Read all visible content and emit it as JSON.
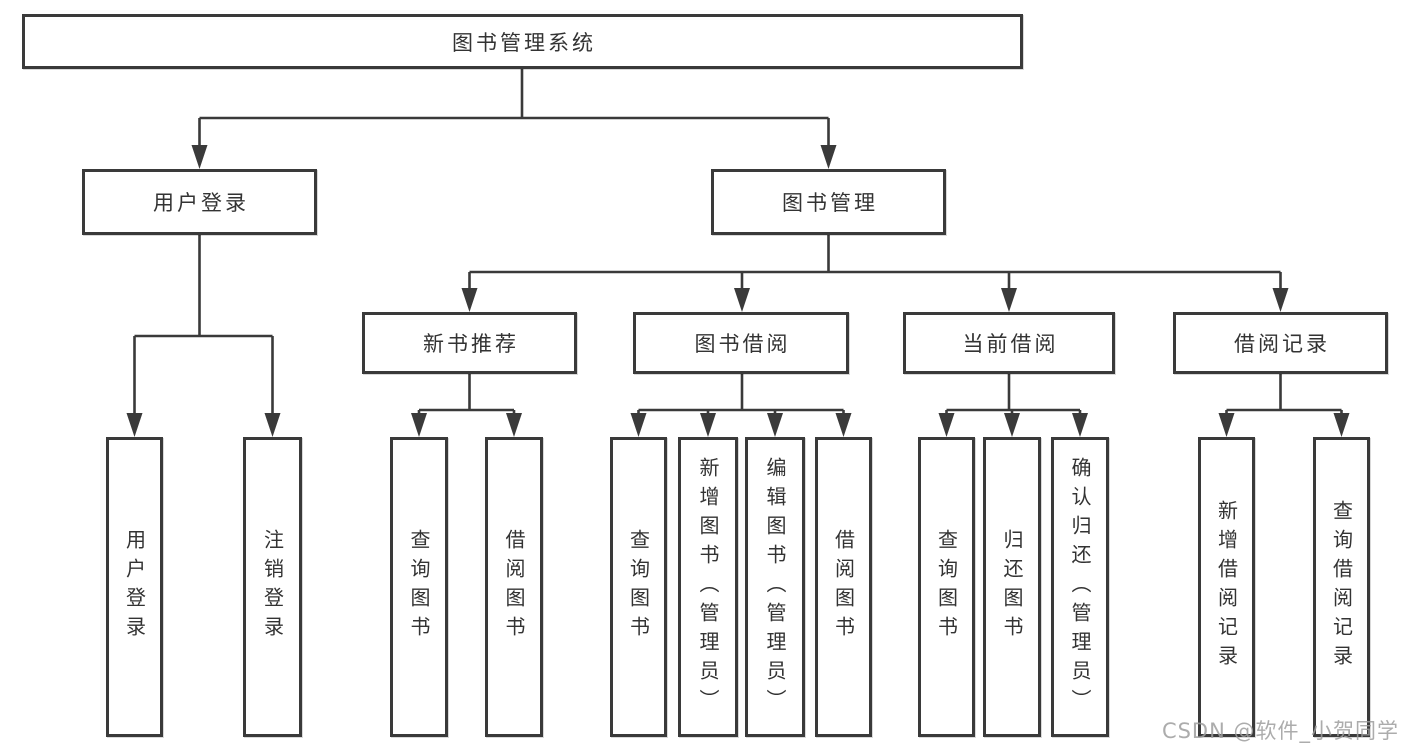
{
  "diagram_title": "图书管理系统",
  "watermark": "CSDN @软件_小贺同学",
  "colors": {
    "line": "#3a3a3a",
    "text": "#333333",
    "background": "#ffffff",
    "watermark": "#9e9e9e"
  },
  "tree": {
    "root": {
      "label": "图书管理系统"
    },
    "branches": [
      {
        "label": "用户登录",
        "children": [
          {
            "label": "用户登录"
          },
          {
            "label": "注销登录"
          }
        ]
      },
      {
        "label": "图书管理",
        "children": [
          {
            "label": "新书推荐",
            "children": [
              {
                "label": "查询图书"
              },
              {
                "label": "借阅图书"
              }
            ]
          },
          {
            "label": "图书借阅",
            "children": [
              {
                "label": "查询图书"
              },
              {
                "label": "新增图书（管理员）"
              },
              {
                "label": "编辑图书（管理员）"
              },
              {
                "label": "借阅图书"
              }
            ]
          },
          {
            "label": "当前借阅",
            "children": [
              {
                "label": "查询图书"
              },
              {
                "label": "归还图书"
              },
              {
                "label": "确认归还（管理员）"
              }
            ]
          },
          {
            "label": "借阅记录",
            "children": [
              {
                "label": "新增借阅记录"
              },
              {
                "label": "查询借阅记录"
              }
            ]
          }
        ]
      }
    ]
  }
}
